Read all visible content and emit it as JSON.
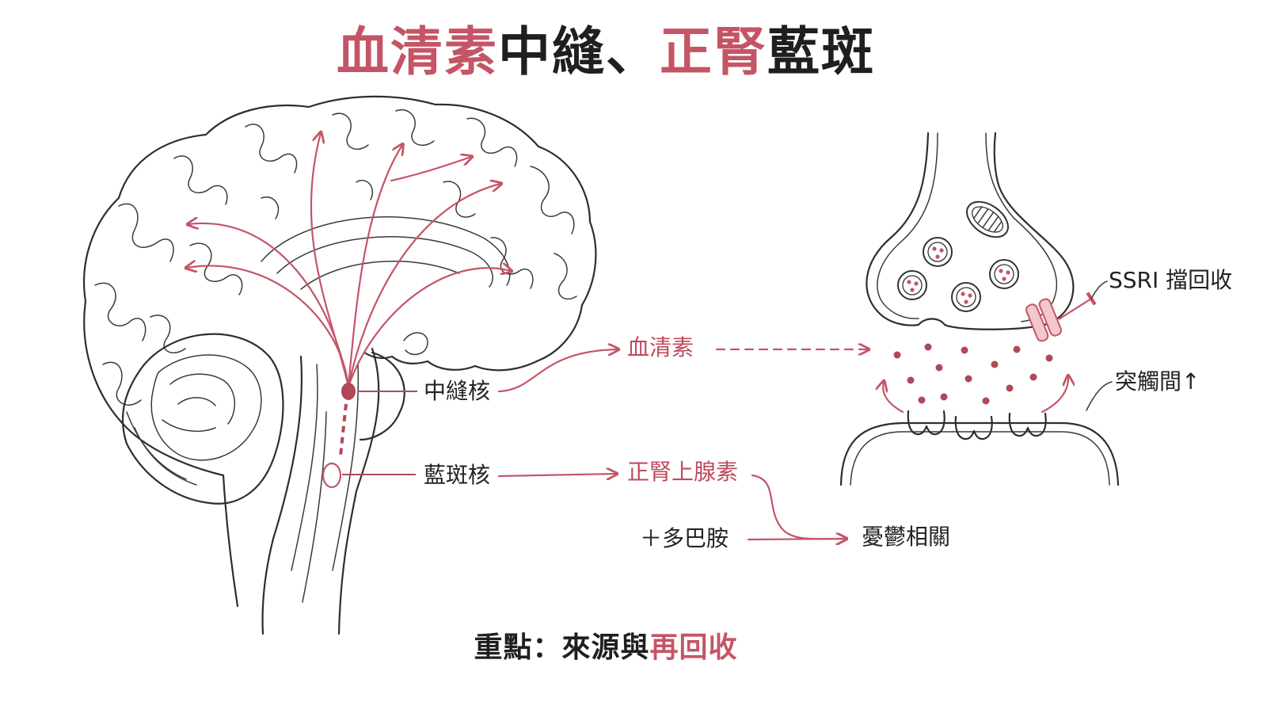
{
  "title": {
    "part1": "血清素",
    "part2": "中縫",
    "sep": "、",
    "part3": "正腎",
    "part4": "藍斑"
  },
  "labels": {
    "raphe": "中縫核",
    "locus": "藍斑核",
    "serotonin": "血清素",
    "norepinephrine": "正腎上腺素",
    "dopamine": "＋多巴胺",
    "depression": "憂鬱相關",
    "ssri": "SSRI 擋回收",
    "synapse": "突觸間↑"
  },
  "footer": {
    "prefix": "重點：來源與",
    "highlight": "再回收"
  },
  "colors": {
    "accent": "#c45566",
    "text": "#1f1f1f"
  }
}
